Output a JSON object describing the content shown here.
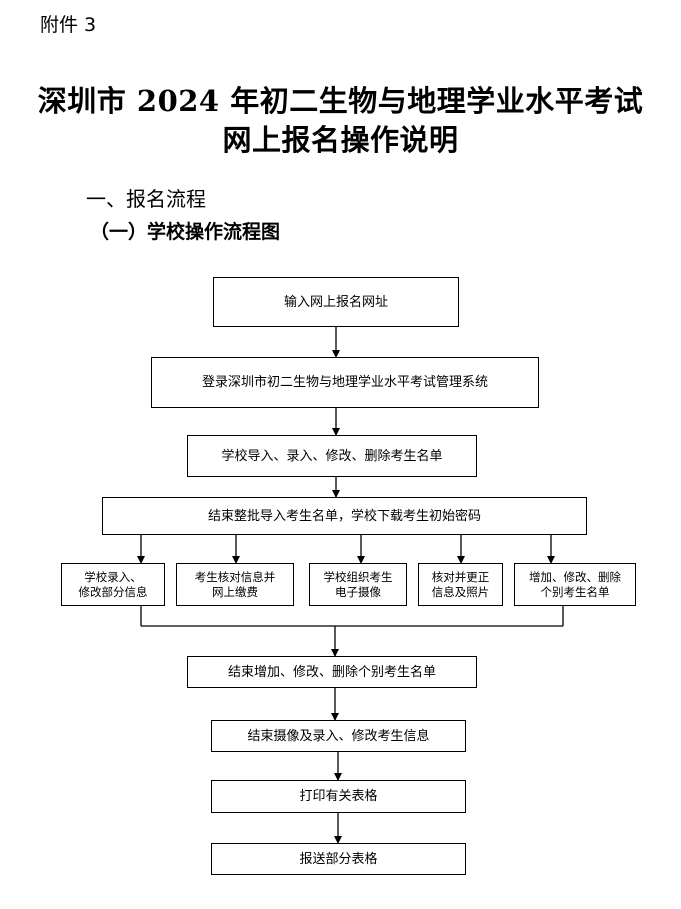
{
  "attachment": "附件 3",
  "title": {
    "line1": "深圳市 2024 年初二生物与地理学业水平考试",
    "line2": "网上报名操作说明"
  },
  "section": "一、报名流程",
  "subsection": "（一）学校操作流程图",
  "flow": {
    "step1": "输入网上报名网址",
    "step2": "登录深圳市初二生物与地理学业水平考试管理系统",
    "step3": "学校导入、录入、修改、删除考生名单",
    "step4": "结束整批导入考生名单，学校下载考生初始密码",
    "branches": [
      {
        "line1": "学校录入、",
        "line2": "修改部分信息"
      },
      {
        "line1": "考生核对信息并",
        "line2": "网上缴费"
      },
      {
        "line1": "学校组织考生",
        "line2": "电子摄像"
      },
      {
        "line1": "核对并更正",
        "line2": "信息及照片"
      },
      {
        "line1": "增加、修改、删除",
        "line2": "个别考生名单"
      }
    ],
    "step5": "结束增加、修改、删除个别考生名单",
    "step6": "结束摄像及录入、修改考生信息",
    "step7": "打印有关表格",
    "step8": "报送部分表格"
  }
}
